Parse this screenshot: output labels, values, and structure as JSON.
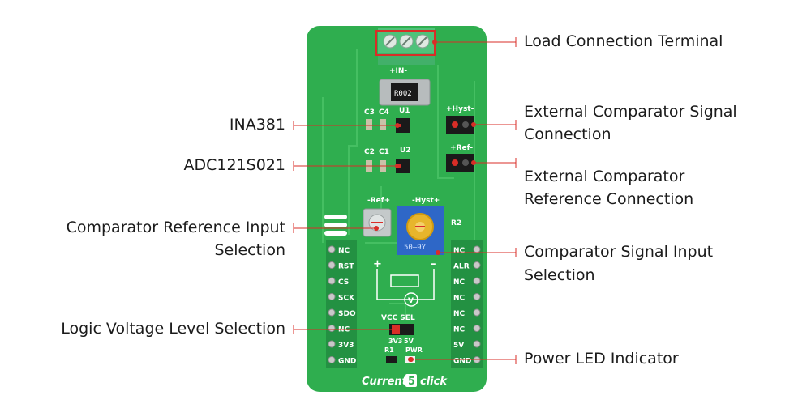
{
  "callouts": {
    "load_terminal": "Load Connection Terminal",
    "ext_signal_line1": "External Comparator Signal",
    "ext_signal_line2": "Connection",
    "ext_ref_line1": "External Comparator",
    "ext_ref_line2": "Reference Connection",
    "comp_signal_line1": "Comparator Signal Input",
    "comp_signal_line2": "Selection",
    "power_led": "Power LED Indicator",
    "ina381": "INA381",
    "adc": "ADC121S021",
    "comp_ref_line1": "Comparator Reference Input",
    "comp_ref_line2": "Selection",
    "logic_voltage": "Logic Voltage Level Selection"
  },
  "board": {
    "title_prefix": "Current",
    "title_number": "5",
    "title_suffix": "click",
    "terminal_label": "+IN-",
    "shunt_label": "R002",
    "u1": "U1",
    "u2": "U2",
    "c3": "C3",
    "c4": "C4",
    "c2": "C2",
    "c1": "C1",
    "hyst_header": "+Hyst-",
    "ref_header": "+Ref-",
    "ref_pot": "-Ref+",
    "hyst_pot": "-Hyst+",
    "pot_code": "50–9Y",
    "r2": "R2",
    "plus": "+",
    "minus": "–",
    "volt_symbol": "V",
    "vcc_sel": "VCC SEL",
    "jumper_3v3": "3V3",
    "jumper_5v": "5V",
    "r1": "R1",
    "pwr": "PWR",
    "left_pins": [
      "NC",
      "RST",
      "CS",
      "SCK",
      "SDO",
      "NC",
      "3V3",
      "GND"
    ],
    "right_pins": [
      "NC",
      "ALR",
      "NC",
      "NC",
      "NC",
      "NC",
      "5V",
      "GND"
    ]
  },
  "colors": {
    "pcb": "#2fae4f",
    "pcb_dark": "#239142",
    "trace": "#48c467",
    "terminal": "#4fc27a",
    "accent_red": "#d92d27",
    "pot_blue": "#2e67c7"
  }
}
